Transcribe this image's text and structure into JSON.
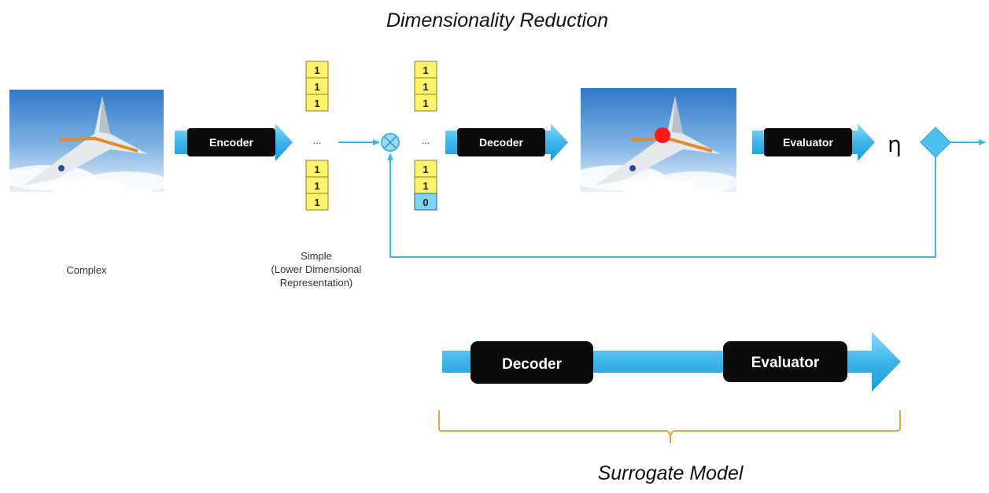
{
  "title": "Dimensionality Reduction",
  "labels": {
    "complex": "Complex",
    "simple_line1": "Simple",
    "simple_line2": "(Lower Dimensional",
    "simple_line3": "Representation)",
    "ellipsis": "...",
    "eta": "η"
  },
  "pipeline": {
    "encoder": "Encoder",
    "decoder": "Decoder",
    "evaluator": "Evaluator"
  },
  "latent_vector": [
    "1",
    "1",
    "1",
    "1",
    "1",
    "1"
  ],
  "modified_vector": [
    "1",
    "1",
    "1",
    "1",
    "1",
    "0"
  ],
  "surrogate": {
    "decoder": "Decoder",
    "evaluator": "Evaluator",
    "caption": "Surrogate Model"
  },
  "colors": {
    "arrow": "#3db4ea",
    "cell_yellow": "#fcf26b",
    "cell_blue": "#7fd3f0",
    "bracket": "#e3a54a",
    "marker": "#ff1a1a"
  }
}
